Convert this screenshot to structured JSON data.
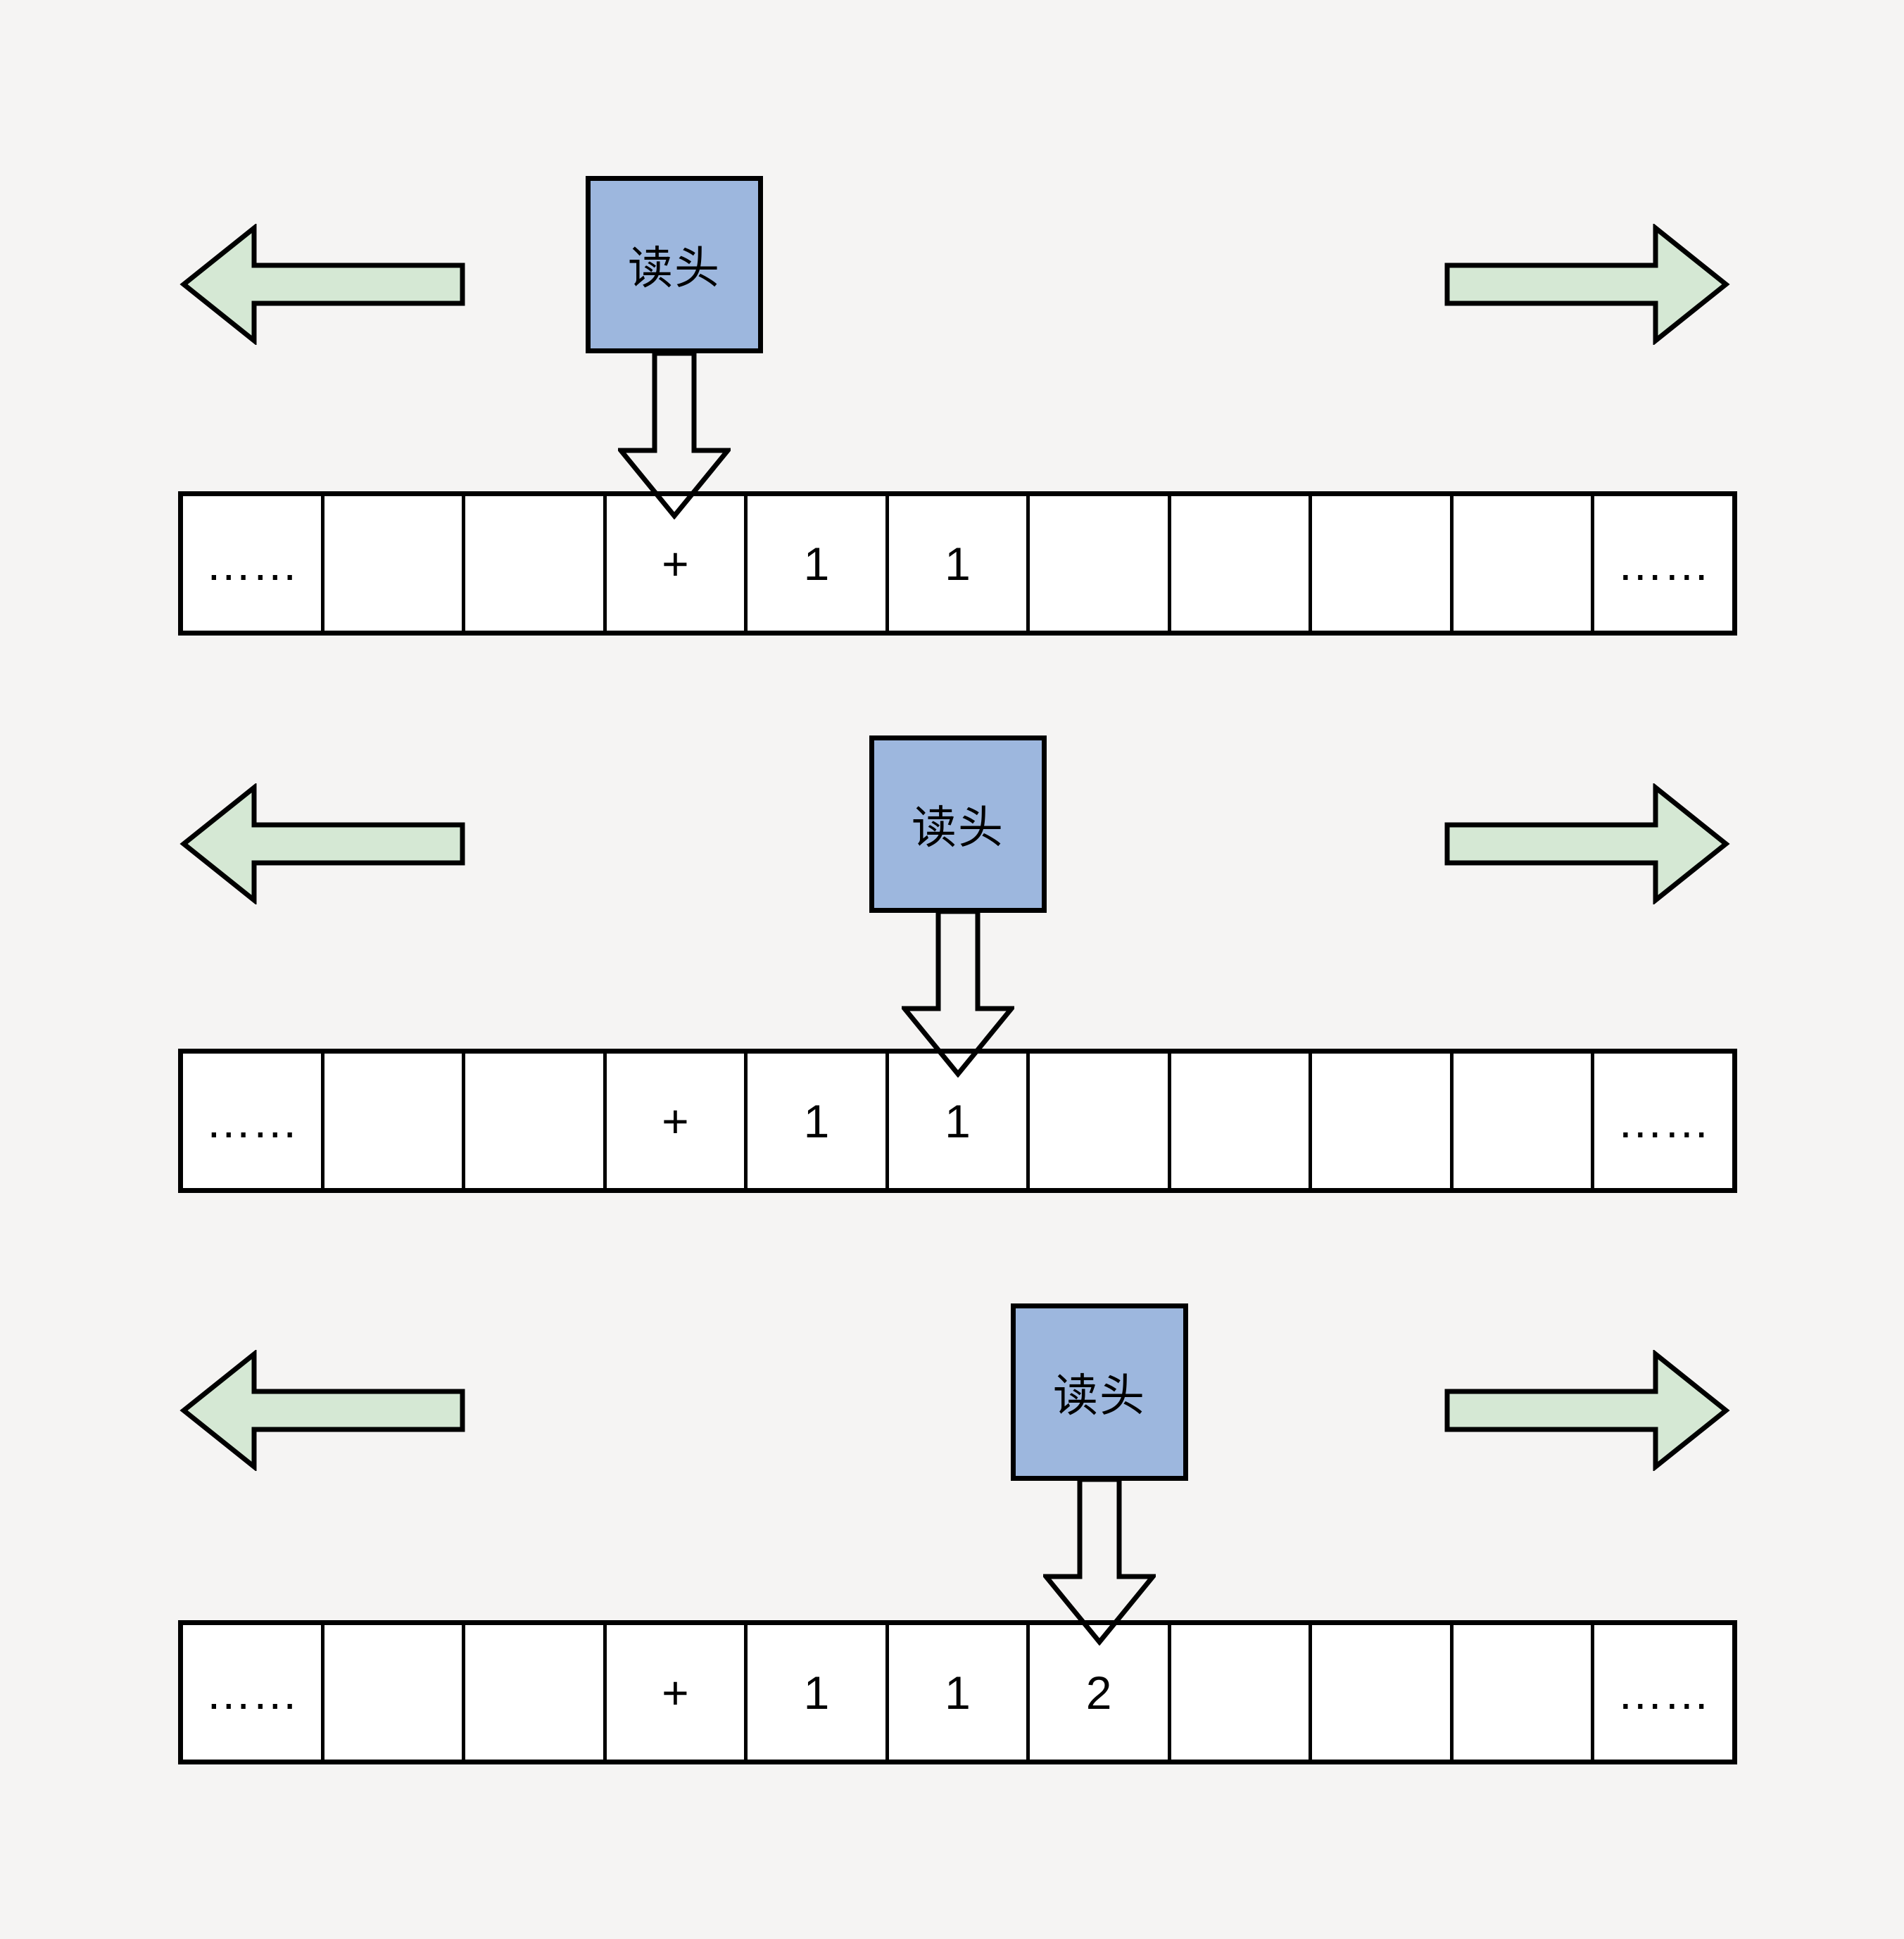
{
  "colors": {
    "background": "#f5f4f3",
    "head_box_fill": "#9db7de",
    "move_arrow_fill": "#d5e8d4",
    "outline": "#000000",
    "tape_cell_fill": "#ffffff"
  },
  "steps": [
    {
      "head_label": "读头",
      "head_cell_index": 3,
      "cells": [
        "……",
        "",
        "",
        "+",
        "1",
        "1",
        "",
        "",
        "",
        "",
        "……"
      ]
    },
    {
      "head_label": "读头",
      "head_cell_index": 5,
      "cells": [
        "……",
        "",
        "",
        "+",
        "1",
        "1",
        "",
        "",
        "",
        "",
        "……"
      ]
    },
    {
      "head_label": "读头",
      "head_cell_index": 6,
      "cells": [
        "……",
        "",
        "",
        "+",
        "1",
        "1",
        "2",
        "",
        "",
        "",
        "……"
      ]
    }
  ]
}
